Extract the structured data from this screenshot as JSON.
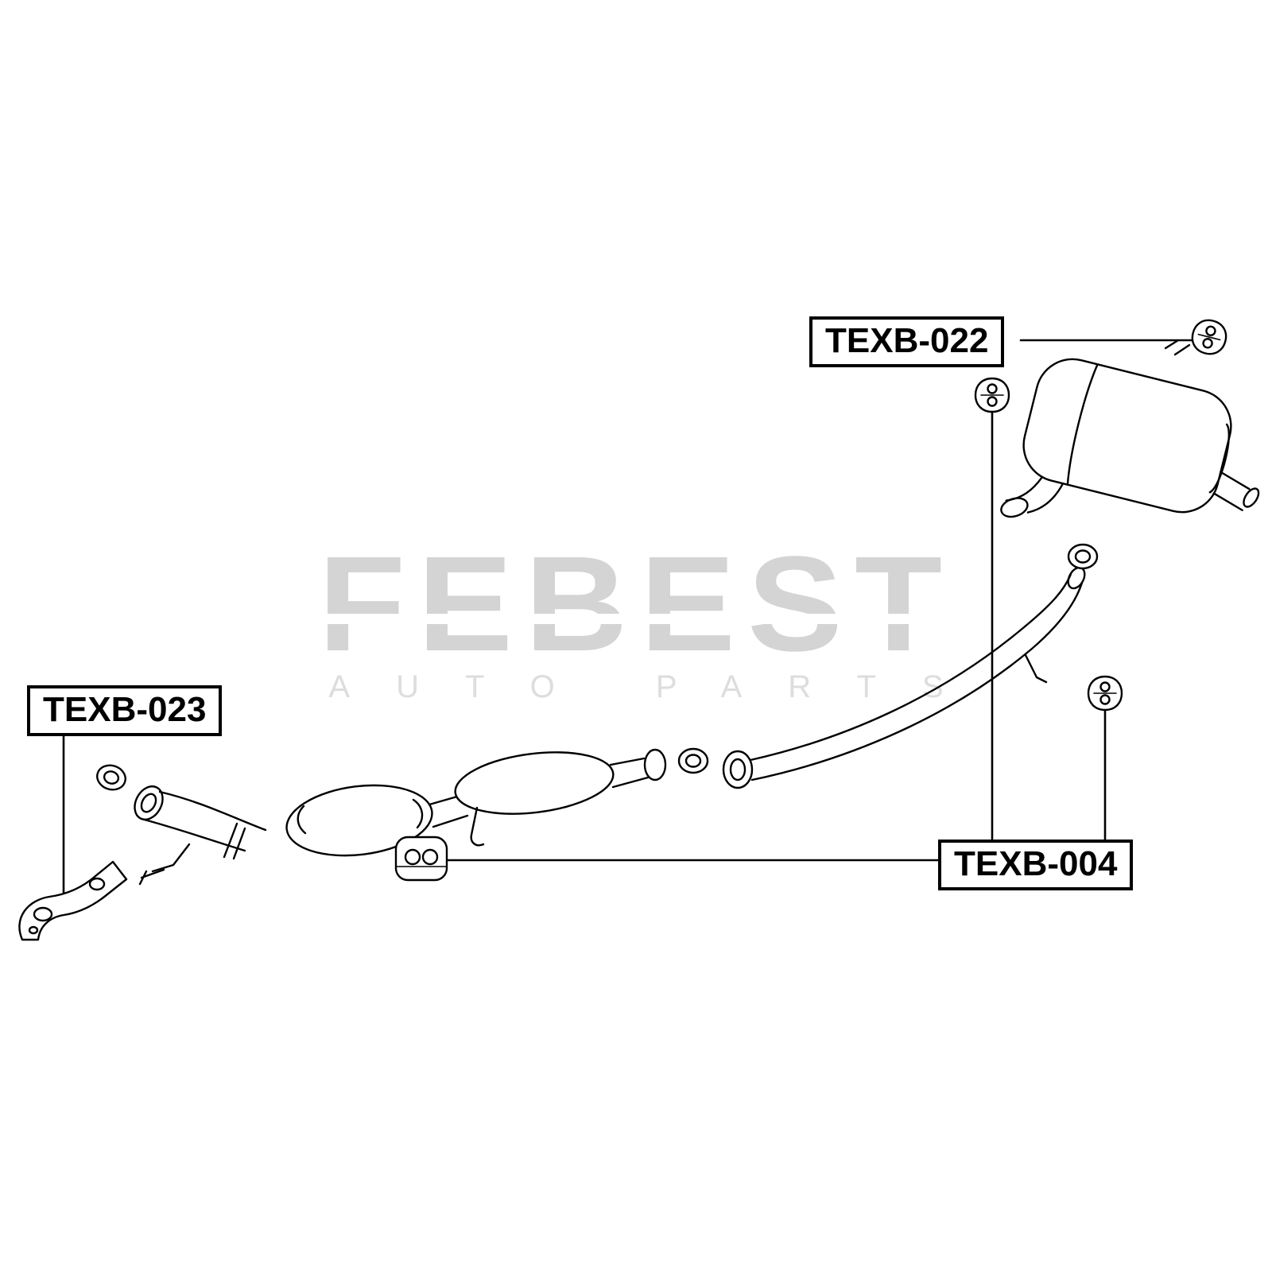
{
  "page": {
    "background_color": "#ffffff",
    "line_color": "#000000"
  },
  "watermark": {
    "brand_text": "FEBEST",
    "subtitle_text": "AUTO PARTS",
    "brand_color": "#d4d4d4",
    "subtitle_color": "#dddddd"
  },
  "part_labels": {
    "texb022": "TEXB-022",
    "texb023": "TEXB-023",
    "texb004": "TEXB-004"
  },
  "drawings": {
    "items": [
      "rear-muffler",
      "tail-pipe",
      "center-pipe-with-catalytic-converter",
      "front-mounting-bracket",
      "exhaust-rubber-hanger",
      "gasket-ring",
      "pipe-support-mount"
    ]
  }
}
